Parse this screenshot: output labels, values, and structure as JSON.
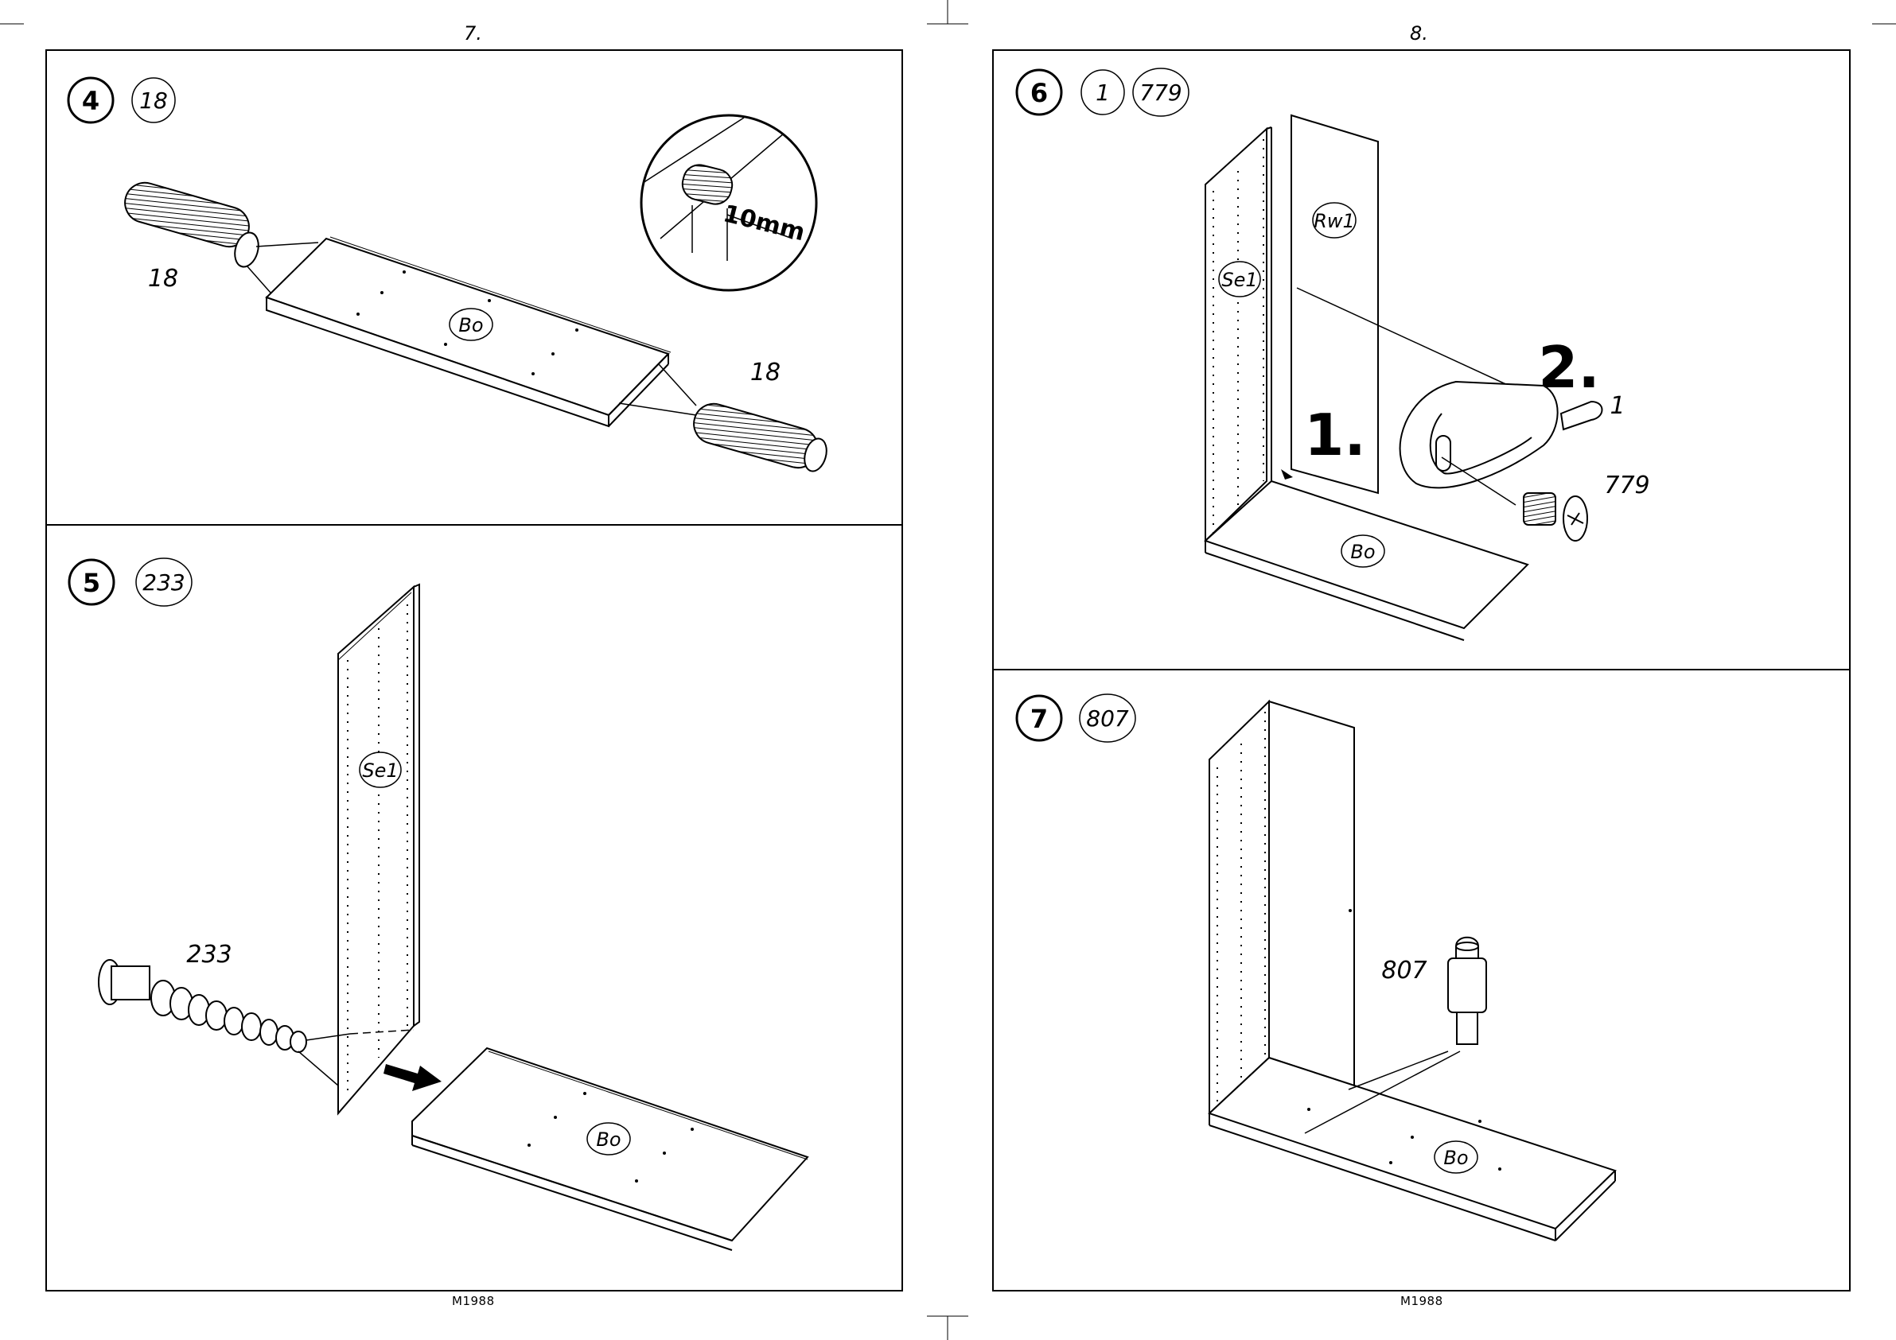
{
  "pages": {
    "left": {
      "number": "7.",
      "footer": "M1988"
    },
    "right": {
      "number": "8.",
      "footer": "M1988"
    }
  },
  "steps": [
    {
      "step": "4",
      "parts": [
        "18"
      ],
      "labels": {
        "board": "Bo",
        "dowel_a": "18",
        "dowel_b": "18",
        "depth": "10mm"
      }
    },
    {
      "step": "5",
      "parts": [
        "233"
      ],
      "labels": {
        "side": "Se1",
        "board": "Bo",
        "connector": "233"
      }
    },
    {
      "step": "6",
      "parts": [
        "1",
        "779"
      ],
      "labels": {
        "side": "Se1",
        "back": "Rw1",
        "board": "Bo",
        "order_1": "1.",
        "order_2": "2.",
        "bracket": "1",
        "screw": "779"
      }
    },
    {
      "step": "7",
      "parts": [
        "807"
      ],
      "labels": {
        "board": "Bo",
        "pin": "807"
      }
    }
  ]
}
